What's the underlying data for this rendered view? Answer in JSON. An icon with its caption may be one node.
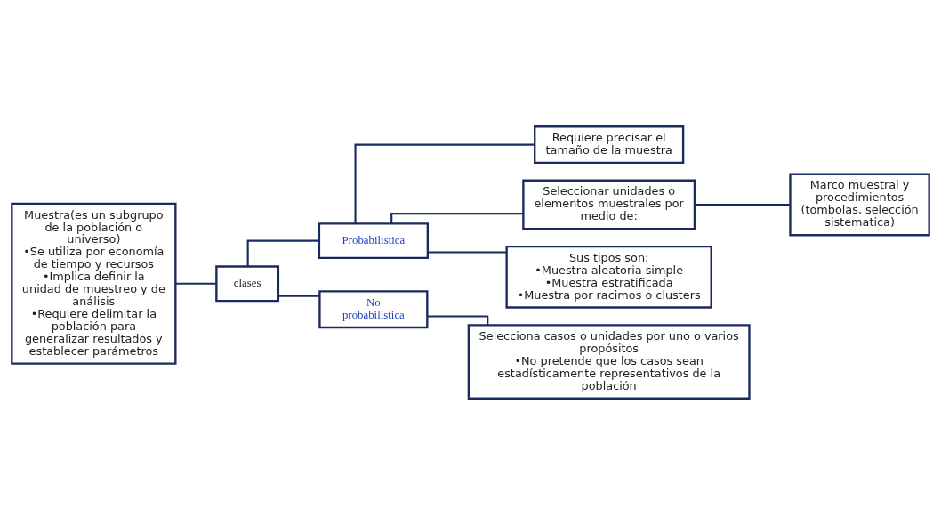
{
  "diagram": {
    "nodes": [
      {
        "text": [
          "Muestra(es un subgrupo de la población o universo)",
          "•Se utiliza por economía de tiempo y recursos",
          "•Implica definir la unidad de muestreo y de análisis",
          "•Requiere delimitar la población para generalizar resultados y establecer parámetros"
        ]
      },
      {
        "text": [
          "clases"
        ]
      },
      {
        "text": [
          "Probabilistica"
        ]
      },
      {
        "text": [
          "No probabilistica"
        ]
      },
      {
        "text": [
          "Requiere precisar el tamaño de la muestra"
        ]
      },
      {
        "text": [
          "Seleccionar unidades o elementos muestrales por medio de:"
        ]
      },
      {
        "text": [
          "Marco muestral y procedimientos",
          "(tombolas, selección sistematica)"
        ]
      },
      {
        "text": [
          "Sus tipos son:",
          "•Muestra aleatoria simple",
          "•Muestra estratificada",
          "•Muestra por racimos o clusters"
        ]
      },
      {
        "text": [
          "Selecciona casos o unidades por uno o varios propósitos",
          "•No pretende que los casos sean estadísticamente representativos de la población"
        ]
      }
    ],
    "edges": [
      {
        "from": 0,
        "to": 1,
        "arrow": "none"
      },
      {
        "from": 1,
        "to": 2,
        "arrow": "none"
      },
      {
        "from": 1,
        "to": 3,
        "arrow": "none"
      },
      {
        "from": 2,
        "to": 4,
        "arrow": "none"
      },
      {
        "from": 2,
        "to": 5,
        "arrow": "none"
      },
      {
        "from": 2,
        "to": 7,
        "arrow": "none"
      },
      {
        "from": 5,
        "to": 6,
        "arrow": "none"
      },
      {
        "from": 3,
        "to": 8,
        "arrow": "none"
      }
    ]
  }
}
